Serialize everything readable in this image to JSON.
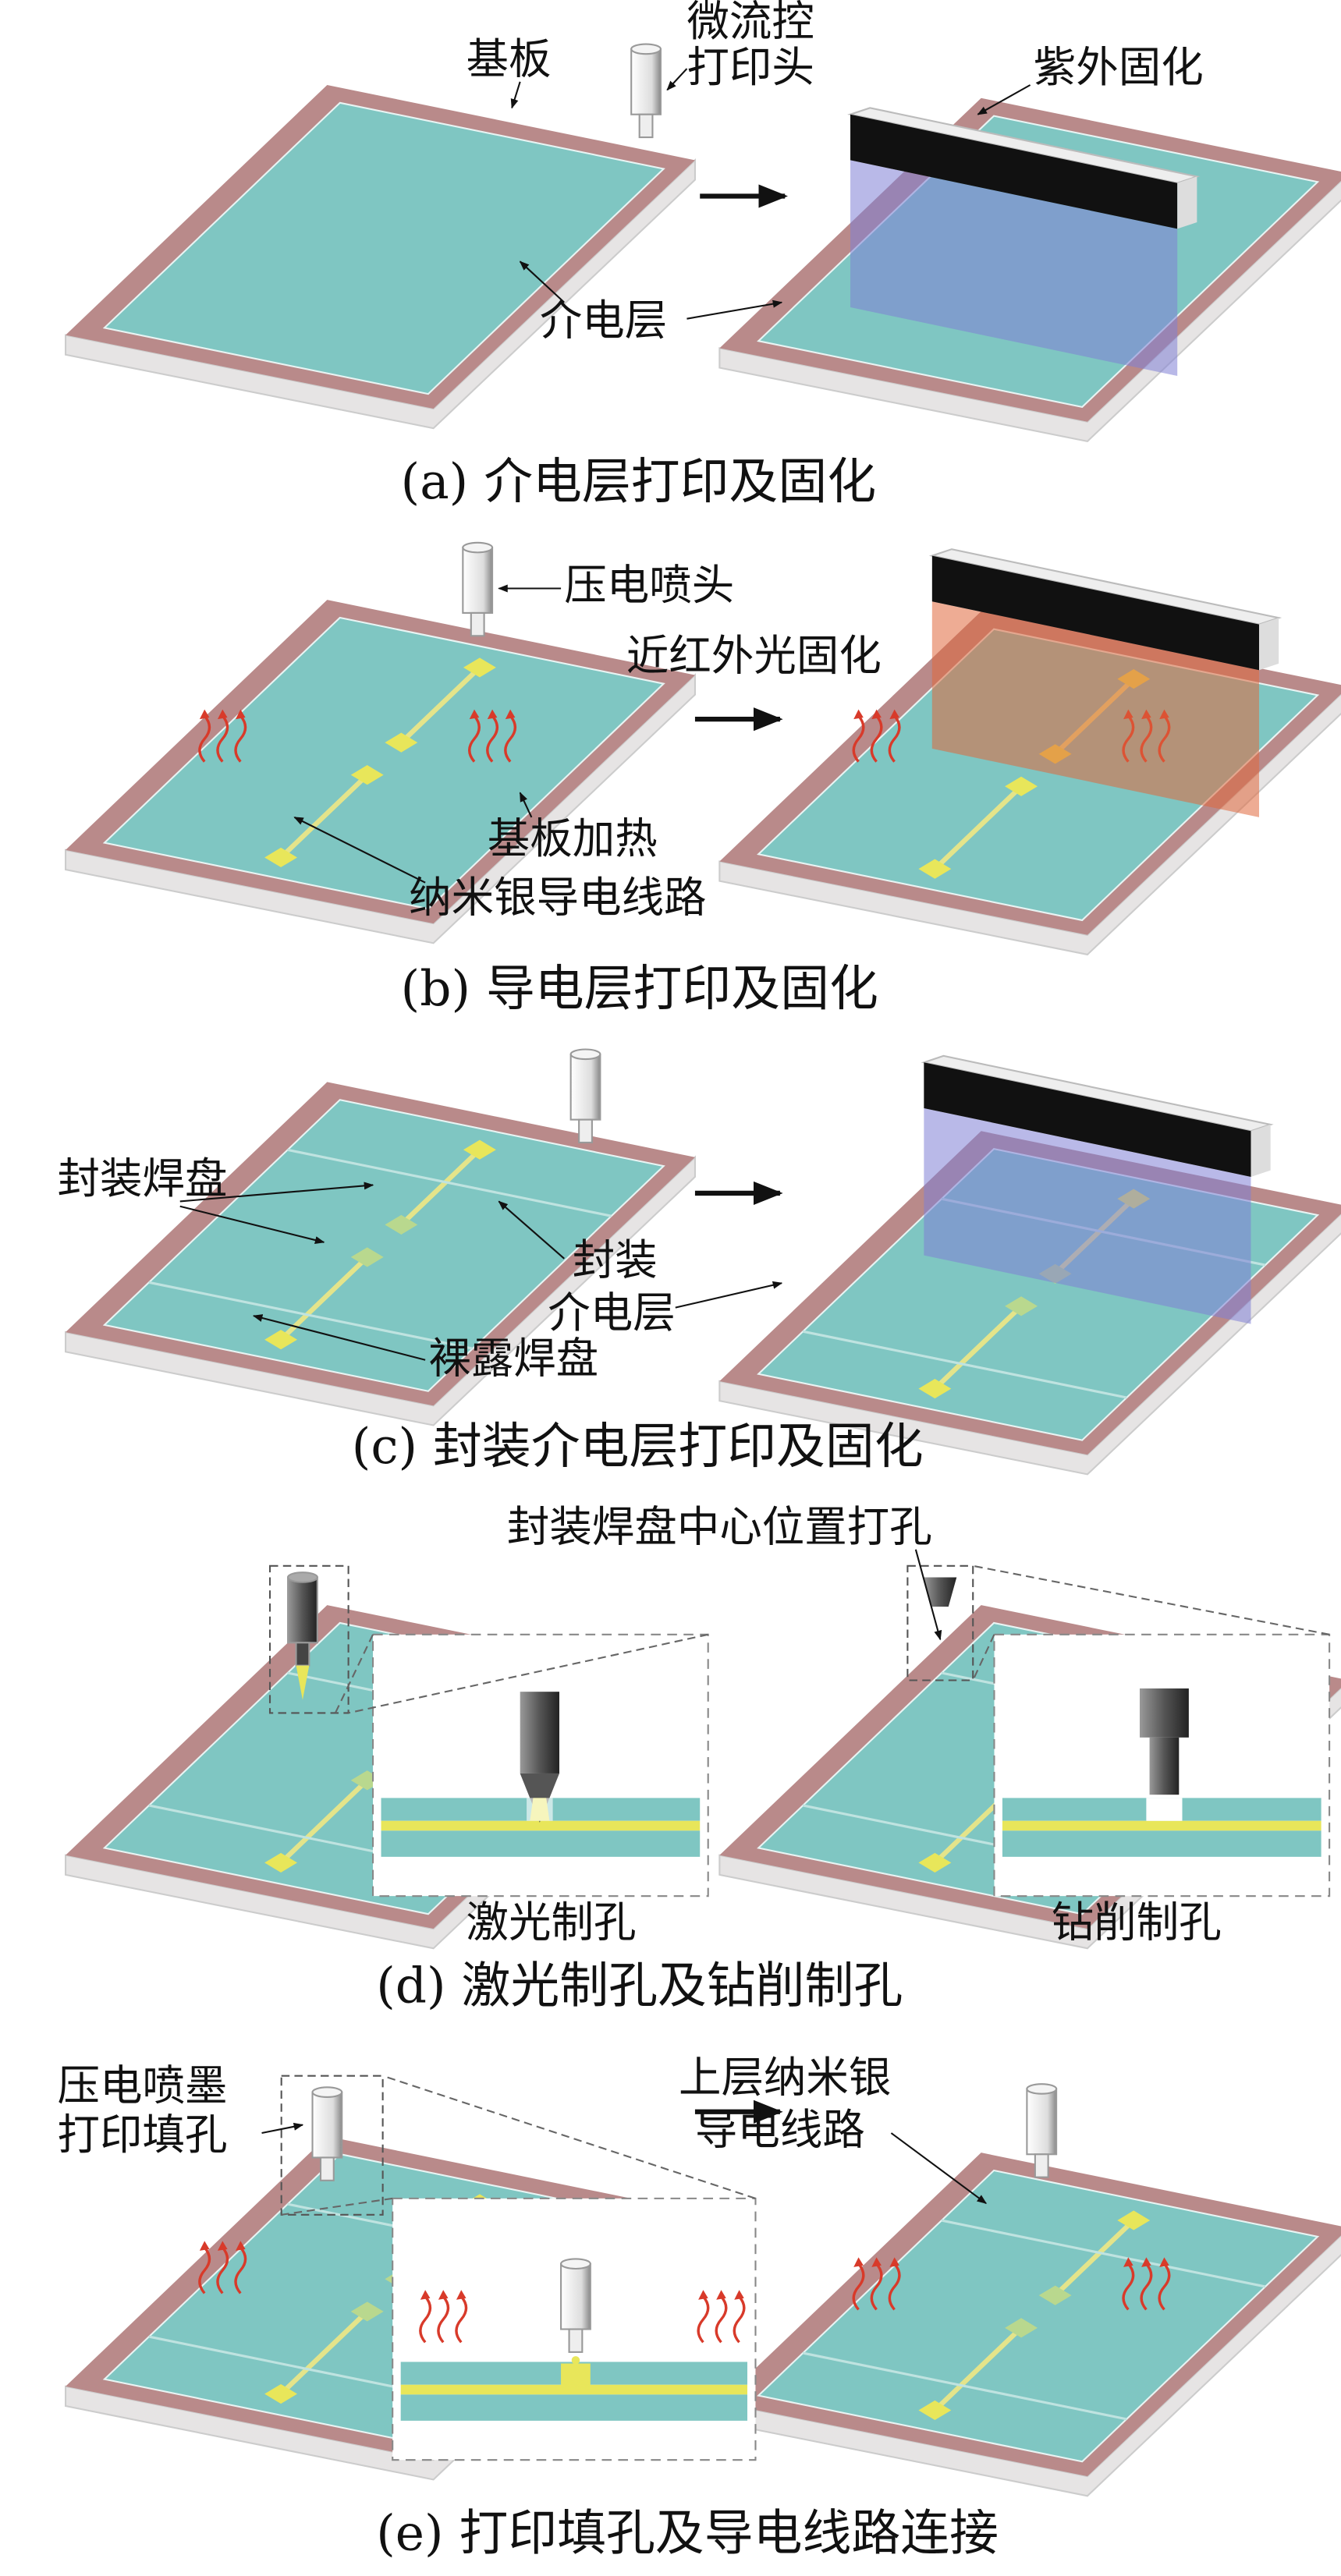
{
  "panels": [
    {
      "caption": "(a)  介电层打印及固化",
      "labels": {
        "substrate": "基板",
        "head": [
          "微流控",
          "打印头"
        ],
        "uv": "紫外固化",
        "dielectric": "介电层"
      }
    },
    {
      "caption": "(b)  导电层打印及固化",
      "labels": {
        "piezo": "压电喷头",
        "nir": "近红外光固化",
        "heating": "基板加热",
        "silver": "纳米银导电线路"
      }
    },
    {
      "caption": "(c)  封装介电层打印及固化",
      "labels": {
        "pad": "封装焊盘",
        "encap": [
          "封装",
          "介电层"
        ],
        "bare": "裸露焊盘"
      }
    },
    {
      "caption": "(d)  激光制孔及钻削制孔",
      "labels": {
        "drill_center": "封装焊盘中心位置打孔",
        "laser": "激光制孔",
        "milling": "钻削制孔"
      }
    },
    {
      "caption": "(e)  打印填孔及导电线路连接",
      "labels": {
        "fill": [
          "压电喷墨",
          "打印填孔"
        ],
        "upper": [
          "上层纳米银",
          "导电线路"
        ]
      }
    }
  ],
  "colors": {
    "teal": "#7fc6c2",
    "rim": "#b98a8a",
    "side": "#e6e4e4",
    "pad": "#e8e65a",
    "uv": "#7f7fd6",
    "nir": "#e0673c",
    "heat": "#d83a2a"
  }
}
